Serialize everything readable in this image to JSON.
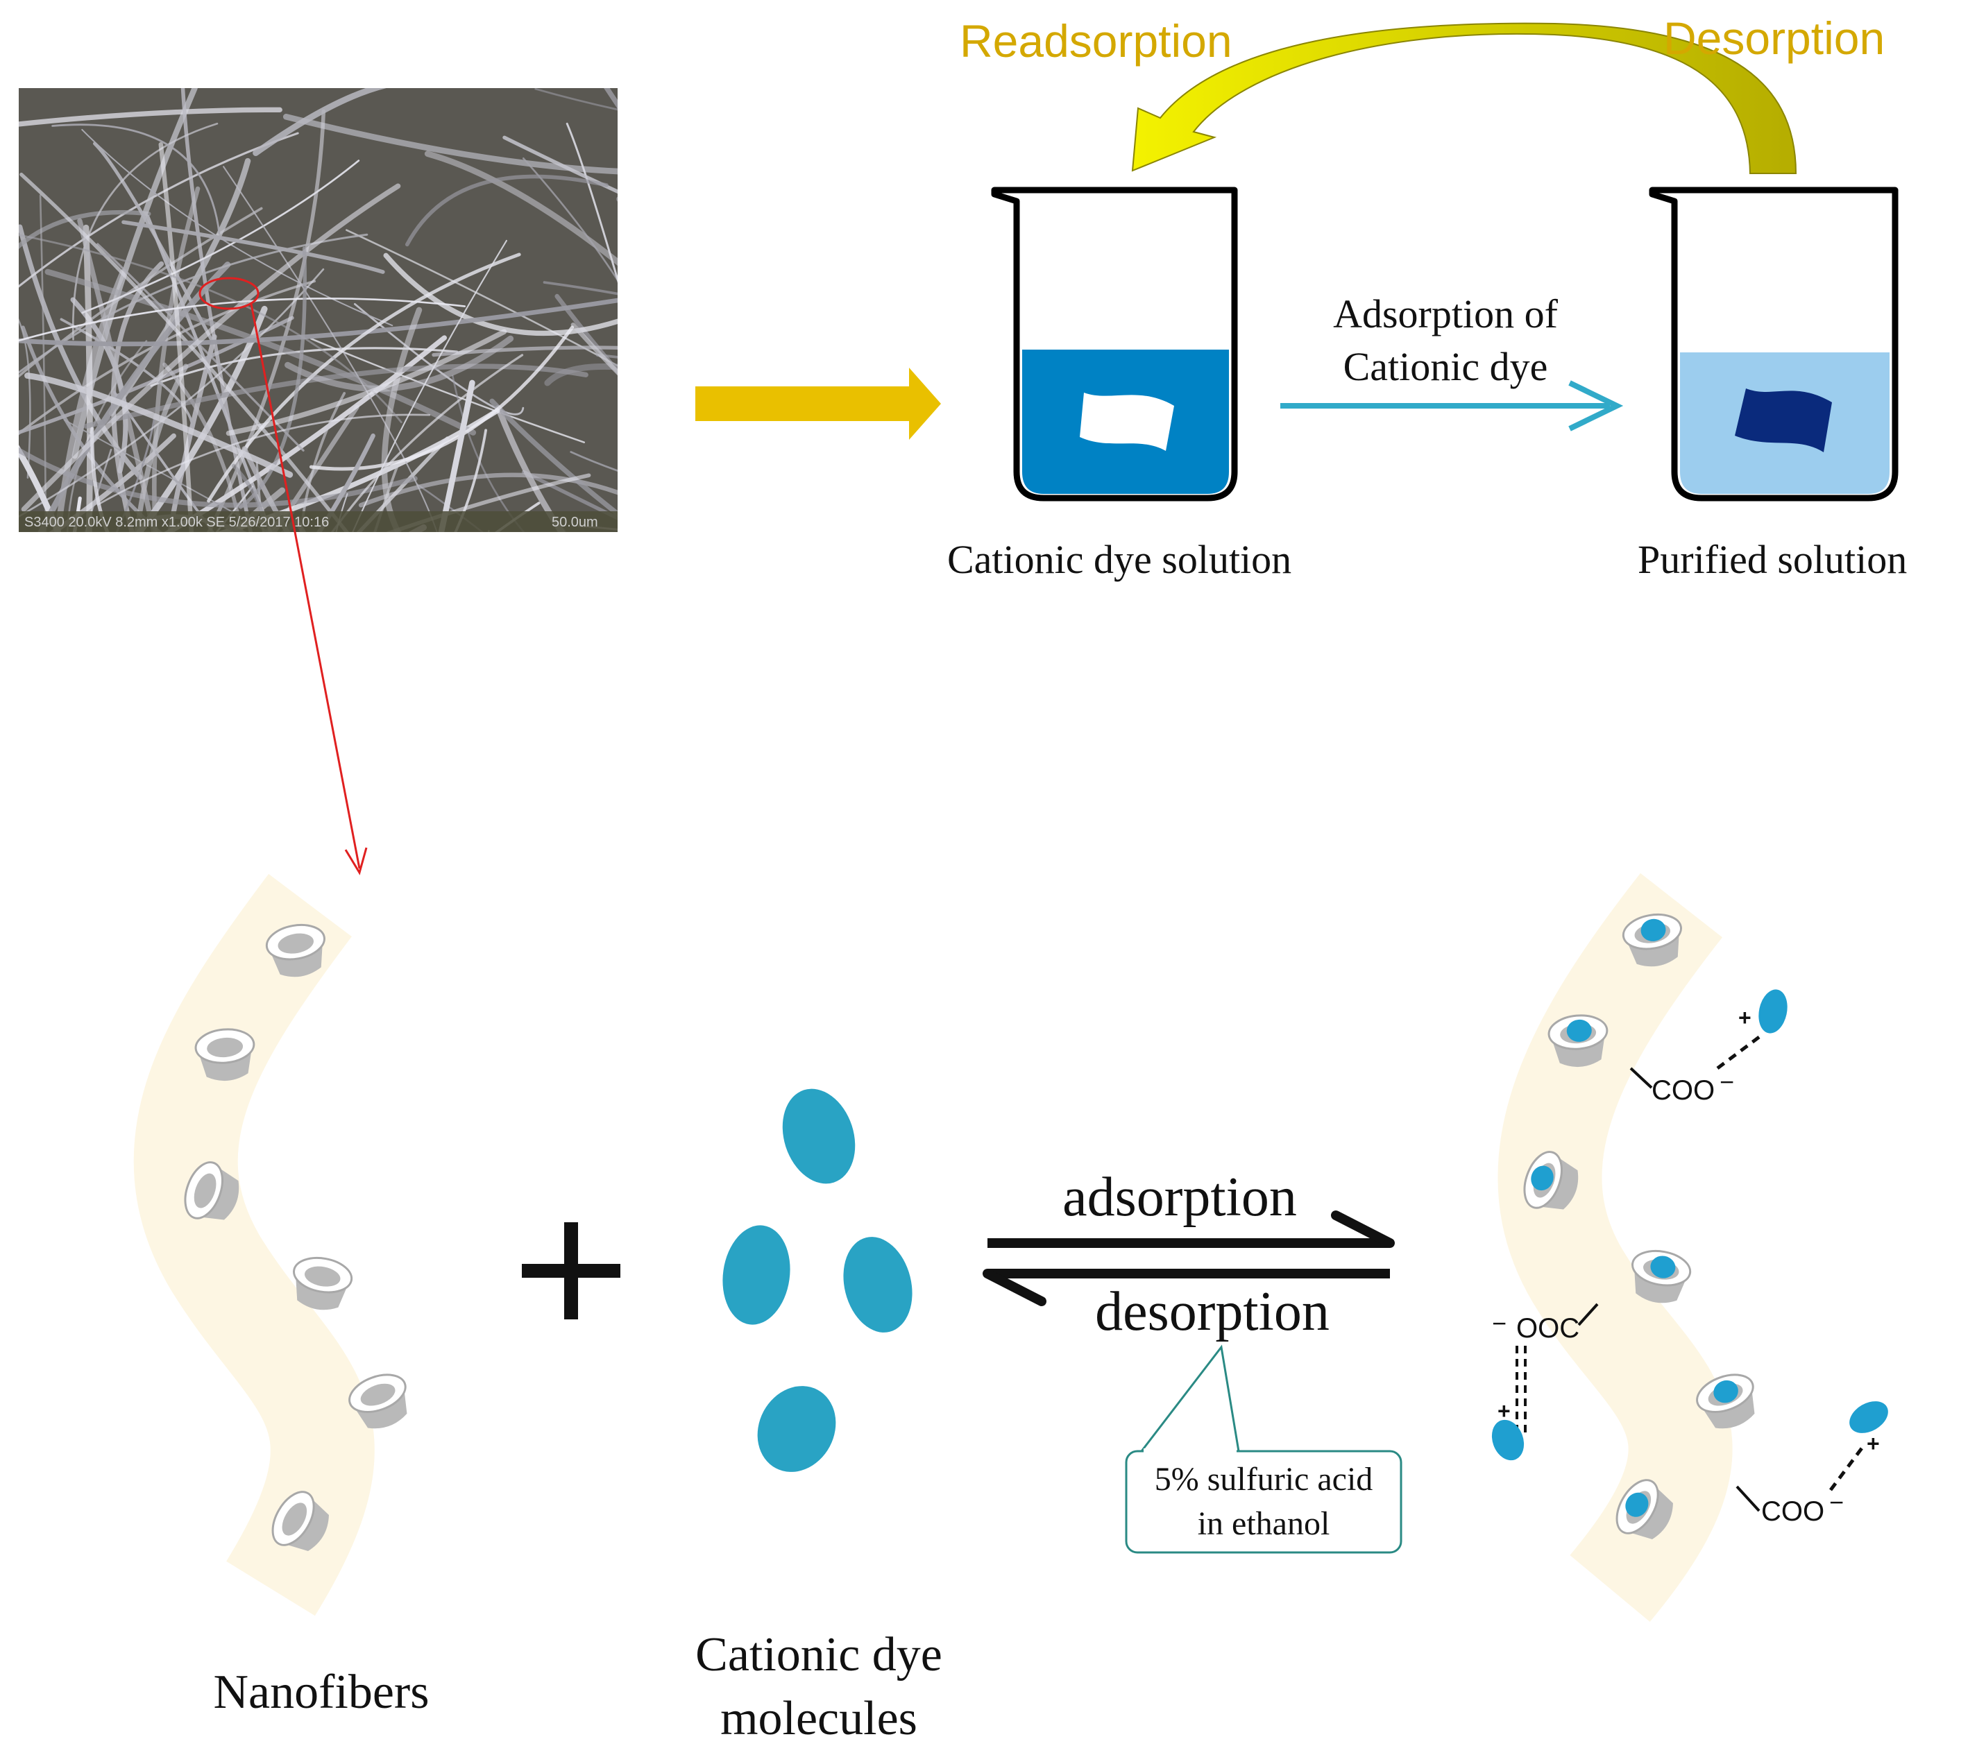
{
  "top_cycle": {
    "readsorption_label": "Readsorption",
    "desorption_label": "Desorption"
  },
  "sem_image": {
    "info_bar": "S3400 20.0kV 8.2mm x1.00k SE 5/26/2017 10:16",
    "scale_label": "50.0um"
  },
  "beakers": {
    "dye_solution_label": "Cationic dye solution",
    "purified_label": "Purified solution",
    "process_label_line1": "Adsorption of",
    "process_label_line2": "Cationic dye"
  },
  "reaction": {
    "nanofibers_label": "Nanofibers",
    "dye_molecules_line1": "Cationic dye",
    "dye_molecules_line2": "molecules",
    "plus_sign": "+",
    "forward_label": "adsorption",
    "reverse_label": "desorption",
    "callout_line1": "5% sulfuric acid",
    "callout_line2": "in ethanol"
  },
  "product": {
    "coo_label_1": "COO",
    "coo_label_2": "OOC",
    "coo_label_3": "COO",
    "minus_sign": "−",
    "plus_sign": "+"
  },
  "colors": {
    "gold_arrow": "#e9c000",
    "yellow_arrow": "#f3f000",
    "olive_arrow": "#b9b300",
    "label_gold": "#d4a800",
    "dye_blue": "#0082c4",
    "purified_blue": "#9ccdee",
    "teal_arrow": "#31aac9",
    "molecule_blue": "#29a3c4",
    "fiber_cream": "#fdf6e3",
    "red_pointer": "#e02020",
    "callout_border": "#2a8a84"
  }
}
